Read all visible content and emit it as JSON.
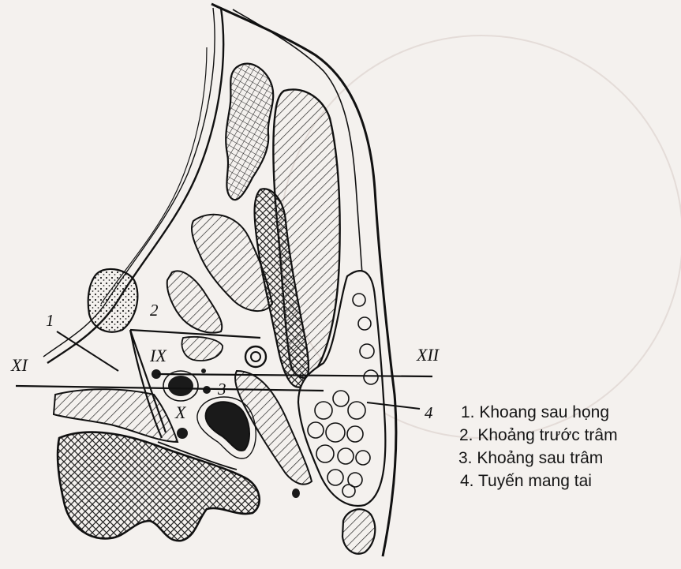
{
  "labels": {
    "nerves": {
      "xi": "XI",
      "ix": "IX",
      "x": "X",
      "xii": "XII"
    },
    "spaces": {
      "one": "1",
      "two": "2",
      "three": "3",
      "four": "4"
    }
  },
  "legend": {
    "items": [
      "1. Khoang sau họng",
      "2. Khoảng trước trâm",
      "3. Khoảng sau trâm",
      "4. Tuyến mang tai"
    ]
  }
}
